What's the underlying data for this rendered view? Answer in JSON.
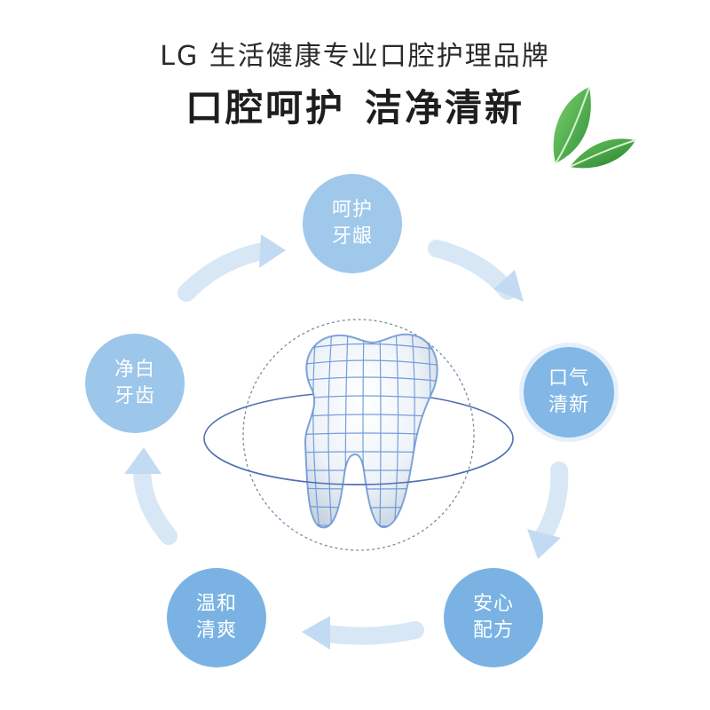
{
  "header": {
    "subtitle": "LG 生活健康专业口腔护理品牌",
    "title_part1": "口腔呵护",
    "title_part2": "洁净清新"
  },
  "cycle": {
    "items": [
      {
        "line1": "呵护",
        "line2": "牙龈"
      },
      {
        "line1": "口气",
        "line2": "清新"
      },
      {
        "line1": "安心",
        "line2": "配方"
      },
      {
        "line1": "温和",
        "line2": "清爽"
      },
      {
        "line1": "净白",
        "line2": "牙齿"
      }
    ]
  },
  "colors": {
    "node_light": "#9fc8ea",
    "node_mid": "#82b7e6",
    "node_dark": "#7ab3e3",
    "arrow": "#bcd7f0",
    "tooth_grid": "#5d8fd6",
    "leaf": "#3fae4a"
  },
  "icons": [
    "mint-leaf-icon",
    "tooth-icon",
    "cycle-arrow-icon"
  ]
}
